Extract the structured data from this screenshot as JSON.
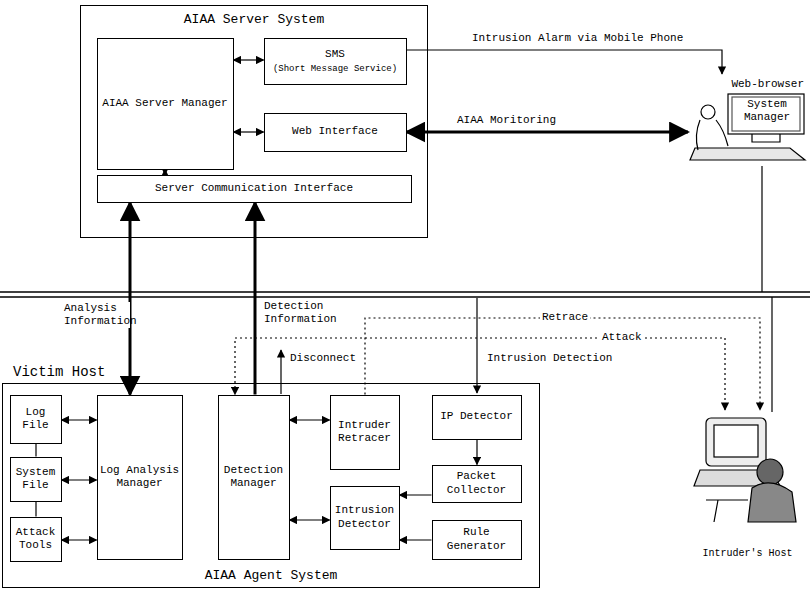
{
  "diagram": {
    "nodes": [
      {
        "text": [
          "AIAA Server System"
        ]
      },
      {
        "text": [
          "AIAA Server Manager"
        ],
        "in": 0
      },
      {
        "text": [
          "SMS",
          "(Short Message Service)"
        ],
        "in": 0
      },
      {
        "text": [
          "Web Interface"
        ],
        "in": 0
      },
      {
        "text": [
          "Server Communication Interface"
        ],
        "in": 0
      },
      {
        "text": [
          "Web-browser",
          "System Manager"
        ]
      },
      {
        "text": [
          "Victim Host",
          "AIAA Agent System"
        ]
      },
      {
        "text": [
          "Log File"
        ],
        "in": 6
      },
      {
        "text": [
          "System File"
        ],
        "in": 6
      },
      {
        "text": [
          "Attack Tools"
        ],
        "in": 6
      },
      {
        "text": [
          "Log Analysis Manager"
        ],
        "in": 6
      },
      {
        "text": [
          "Detection Manager"
        ],
        "in": 6
      },
      {
        "text": [
          "Intruder Retracer"
        ],
        "in": 6
      },
      {
        "text": [
          "IP Detector"
        ],
        "in": 6
      },
      {
        "text": [
          "Packet Collector"
        ],
        "in": 6
      },
      {
        "text": [
          "Intrusion Detector"
        ],
        "in": 6
      },
      {
        "text": [
          "Rule Generator"
        ],
        "in": 6
      },
      {
        "text": [
          "Intruder's Host"
        ]
      }
    ],
    "edges": [
      {
        "from": 1,
        "to": 2,
        "arrow": "both"
      },
      {
        "from": 1,
        "to": 3,
        "arrow": "both"
      },
      {
        "from": 1,
        "to": 4,
        "arrow": "both"
      },
      {
        "from": 3,
        "to": 5,
        "label": "AIAA Moritoring",
        "arrow": "both"
      },
      {
        "from": 2,
        "to": 5,
        "label": "Intrusion Alarm via Mobile Phone",
        "arrow": "to"
      },
      {
        "from": 10,
        "to": 4,
        "label": "Analysis Information",
        "arrow": "both"
      },
      {
        "from": 11,
        "to": 4,
        "label": "Detection Information",
        "arrow": "to"
      },
      {
        "from": 7,
        "to": 10,
        "arrow": "both"
      },
      {
        "from": 8,
        "to": 10,
        "arrow": "both"
      },
      {
        "from": 9,
        "to": 10,
        "arrow": "both"
      },
      {
        "from": 7,
        "to": 8,
        "arrow": "none"
      },
      {
        "from": 8,
        "to": 9,
        "arrow": "none"
      },
      {
        "from": 11,
        "to": 12,
        "arrow": "both"
      },
      {
        "from": 11,
        "to": 15,
        "arrow": "both"
      },
      {
        "from": 13,
        "to": 14,
        "arrow": "to"
      },
      {
        "from": 14,
        "to": 15,
        "arrow": "to"
      },
      {
        "from": 16,
        "to": 15,
        "arrow": "to"
      },
      {
        "from": 12,
        "to": 17,
        "label": "Retrace",
        "arrow": "to"
      },
      {
        "from": 17,
        "to": 11,
        "label": "Attack",
        "arrow": "both"
      }
    ],
    "labels": [
      "Disconnect",
      "Intrusion Detection"
    ]
  }
}
